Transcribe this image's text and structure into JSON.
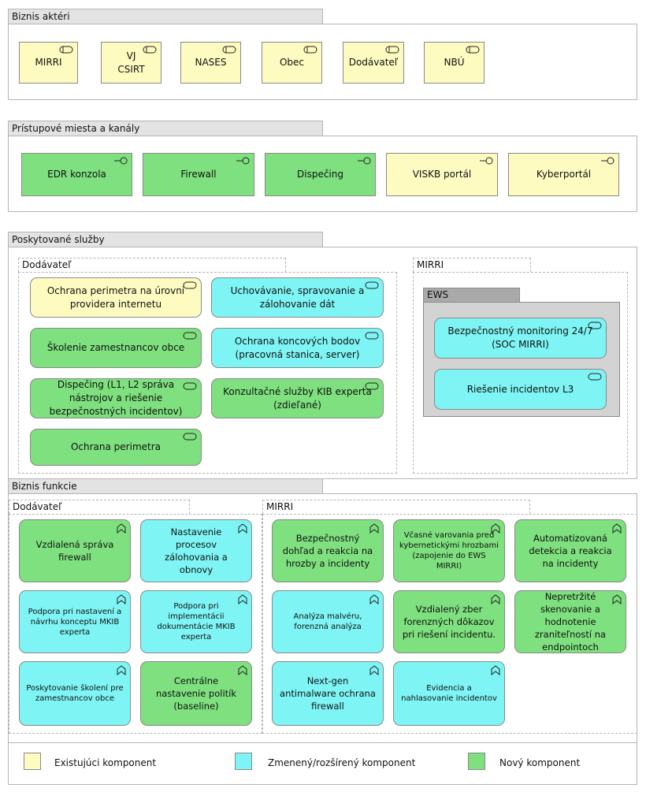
{
  "sections": {
    "actors": "Biznis aktéri",
    "channels": "Prístupové miesta a kanály",
    "services": "Poskytované služby",
    "functions": "Biznis funkcie"
  },
  "actors": [
    "MIRRI",
    "VJ CSIRT",
    "NASES",
    "Obec",
    "Dodávateľ",
    "NBÚ"
  ],
  "channels": [
    "EDR konzola",
    "Firewall",
    "Dispečing",
    "VISKB portál",
    "Kyberportál"
  ],
  "services": {
    "dodavatel_label": "Dodávateľ",
    "mirri_label": "MIRRI",
    "ews_label": "EWS",
    "dodavatel": [
      "Ochrana perimetra na úrovni providera internetu",
      "Uchovávanie, spravovanie a zálohovanie dát",
      "Školenie zamestnancov obce",
      "Ochrana koncových bodov (pracovná stanica, server)",
      "Dispečing (L1, L2 správa nástrojov a riešenie bezpečnostných incidentov)",
      "Konzultačné služby KIB experta (zdieľané)",
      "Ochrana perimetra"
    ],
    "ews": [
      "Bezpečnostný monitoring 24/7 (SOC MIRRI)",
      "Riešenie incidentov L3"
    ]
  },
  "functions": {
    "dodavatel_label": "Dodávateľ",
    "mirri_label": "MIRRI",
    "dodavatel": [
      "Vzdialená správa firewall",
      "Nastavenie procesov zálohovania a obnovy",
      "Podpora pri nastavení a návrhu konceptu MKIB experta",
      "Podpora pri implementácii dokumentácie MKIB experta",
      "Poskytovanie školení pre zamestnancov obce",
      "Centrálne nastavenie politík (baseline)"
    ],
    "mirri": [
      "Bezpečnostný dohľad a reakcia na hrozby a incidenty",
      "Včasné varovania pred kybernetickými hrozbami (zapojenie do EWS MIRRI)",
      "Automatizovaná detekcia a reakcia na incidenty",
      "Analýza malvéru, forenzná analýza",
      "Vzdialený zber forenzných dôkazov pri riešení incidentu.",
      "Nepretržité skenovanie a hodnotenie zraniteľností na endpointoch",
      "Next-gen antimalware ochrana firewall",
      "Evidencia a nahlasovanie incidentov"
    ]
  },
  "legend": {
    "existing": "Existujúci komponent",
    "changed": "Zmenený/rozšírený komponent",
    "new": "Nový komponent"
  },
  "colors": {
    "existing": "#fdfbc0",
    "changed": "#7ef4f4",
    "new": "#7ee07e"
  }
}
